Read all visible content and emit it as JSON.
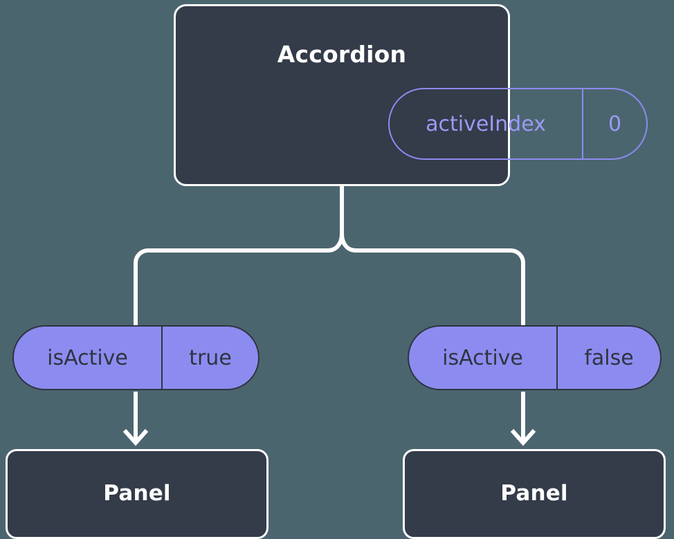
{
  "theme": {
    "background": "#4b656f",
    "node_fill": "#343b49",
    "node_border": "#ffffff",
    "accent_purple": "#8c8cf0",
    "accent_purple_text": "#9a9af5",
    "pill_text_dark": "#2e3440",
    "connector": "#ffffff"
  },
  "diagram": {
    "type": "component-tree",
    "root": {
      "title": "Accordion",
      "prop": {
        "key": "activeIndex",
        "value": "0"
      }
    },
    "branches": [
      {
        "prop": {
          "key": "isActive",
          "value": "true"
        },
        "child": {
          "title": "Panel"
        }
      },
      {
        "prop": {
          "key": "isActive",
          "value": "false"
        },
        "child": {
          "title": "Panel"
        }
      }
    ]
  }
}
